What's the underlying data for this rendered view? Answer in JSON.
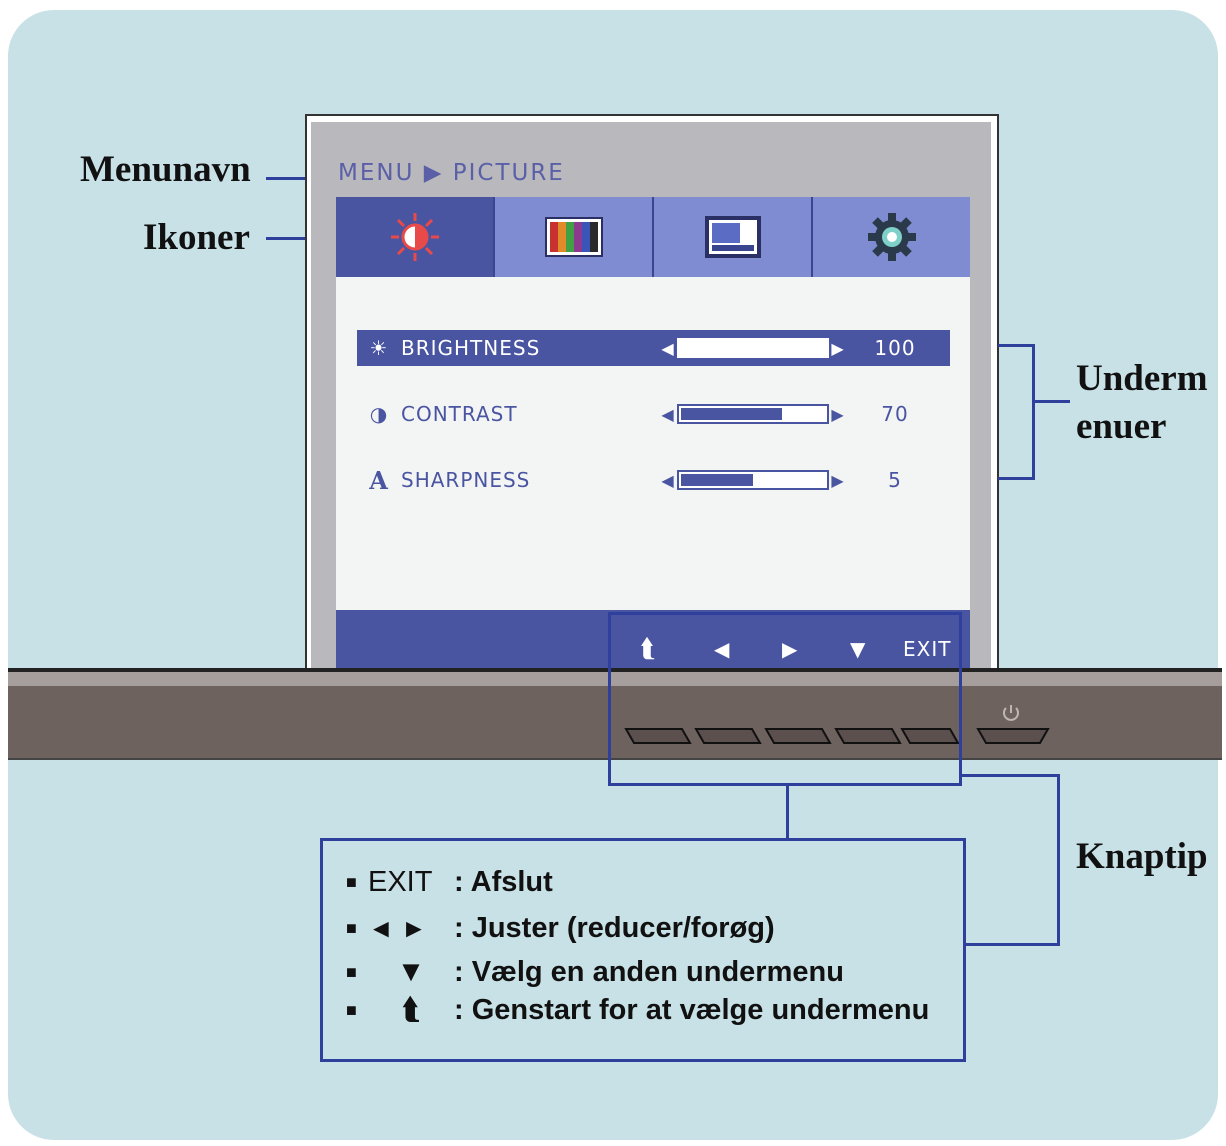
{
  "labels": {
    "menunavn": "Menunavn",
    "ikoner": "Ikoner",
    "undermenuer_line1": "Underm",
    "undermenuer_line2": "enuer",
    "knaptip": "Knaptip"
  },
  "osd": {
    "menu_title": "MENU ▶ PICTURE",
    "tabs": [
      {
        "icon": "brightness-sun-icon",
        "active": true
      },
      {
        "icon": "color-bars-icon",
        "active": false
      },
      {
        "icon": "display-position-icon",
        "active": false
      },
      {
        "icon": "settings-gear-icon",
        "active": false
      }
    ],
    "items": [
      {
        "icon_glyph": "☀",
        "icon": "sun-icon",
        "label": "BRIGHTNESS",
        "value": "100",
        "level": 100,
        "selected": true
      },
      {
        "icon_glyph": "◑",
        "icon": "contrast-icon",
        "label": "CONTRAST",
        "value": "70",
        "level": 70,
        "selected": false
      },
      {
        "icon_glyph": "A",
        "icon": "sharpness-icon",
        "label": "SHARPNESS",
        "value": "5",
        "level": 5,
        "max": 10,
        "selected": false
      }
    ],
    "footer": {
      "up": "⮬",
      "left": "◀",
      "right": "▶",
      "down": "▼",
      "exit": "EXIT"
    }
  },
  "legend": {
    "items": [
      {
        "symbol": "EXIT",
        "text": ": Afslut"
      },
      {
        "symbol": "◄ ►",
        "text": ": Juster (reducer/forøg)"
      },
      {
        "symbol": "▼",
        "text": ": Vælg en anden undermenu"
      },
      {
        "symbol": "⮬",
        "text": ": Genstart for at vælge undermenu"
      }
    ]
  },
  "colors": {
    "background": "#c8e1e6",
    "accent": "#4a55a2",
    "callout": "#2e3f9c",
    "bezel": "#6e625f"
  }
}
